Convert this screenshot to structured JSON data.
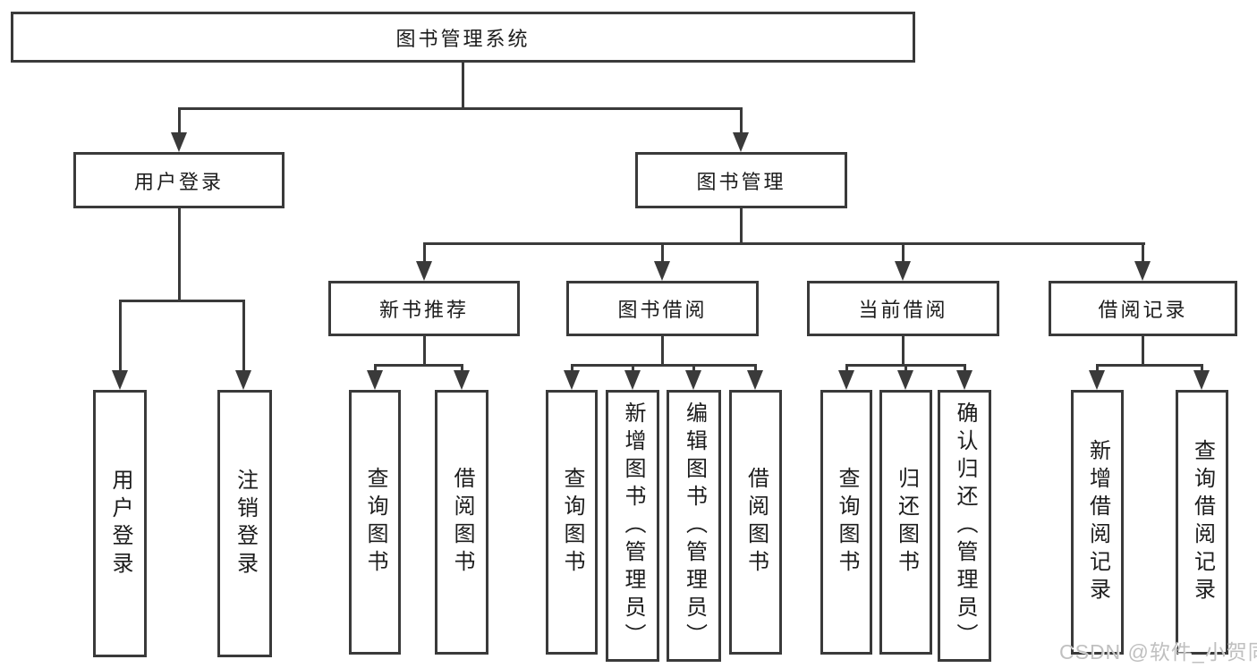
{
  "nodes": {
    "root": "图书管理系统",
    "user_login": "用户登录",
    "book_mgmt": "图书管理",
    "new_book_rec": "新书推荐",
    "book_borrow": "图书借阅",
    "current_borrow": "当前借阅",
    "borrow_records": "借阅记录",
    "leaf_user_login": "用户登录",
    "leaf_logout": "注销登录",
    "rec_query_books": "查询图书",
    "rec_borrow_books": "借阅图书",
    "bb_query_books": "查询图书",
    "bb_add_books": "新增图书（管理员）",
    "bb_edit_books": "编辑图书（管理员）",
    "bb_borrow_books": "借阅图书",
    "cb_query_books": "查询图书",
    "cb_return_books": "归还图书",
    "cb_confirm_return": "确认归还（管理员）",
    "br_add_record": "新增借阅记录",
    "br_query_record": "查询借阅记录"
  },
  "watermark": "CSDN @软件_小贺同学",
  "colors": {
    "line": "#3a3a3a",
    "text": "#1c1c1c",
    "watermark": "#c0c0c0",
    "background": "#ffffff"
  }
}
